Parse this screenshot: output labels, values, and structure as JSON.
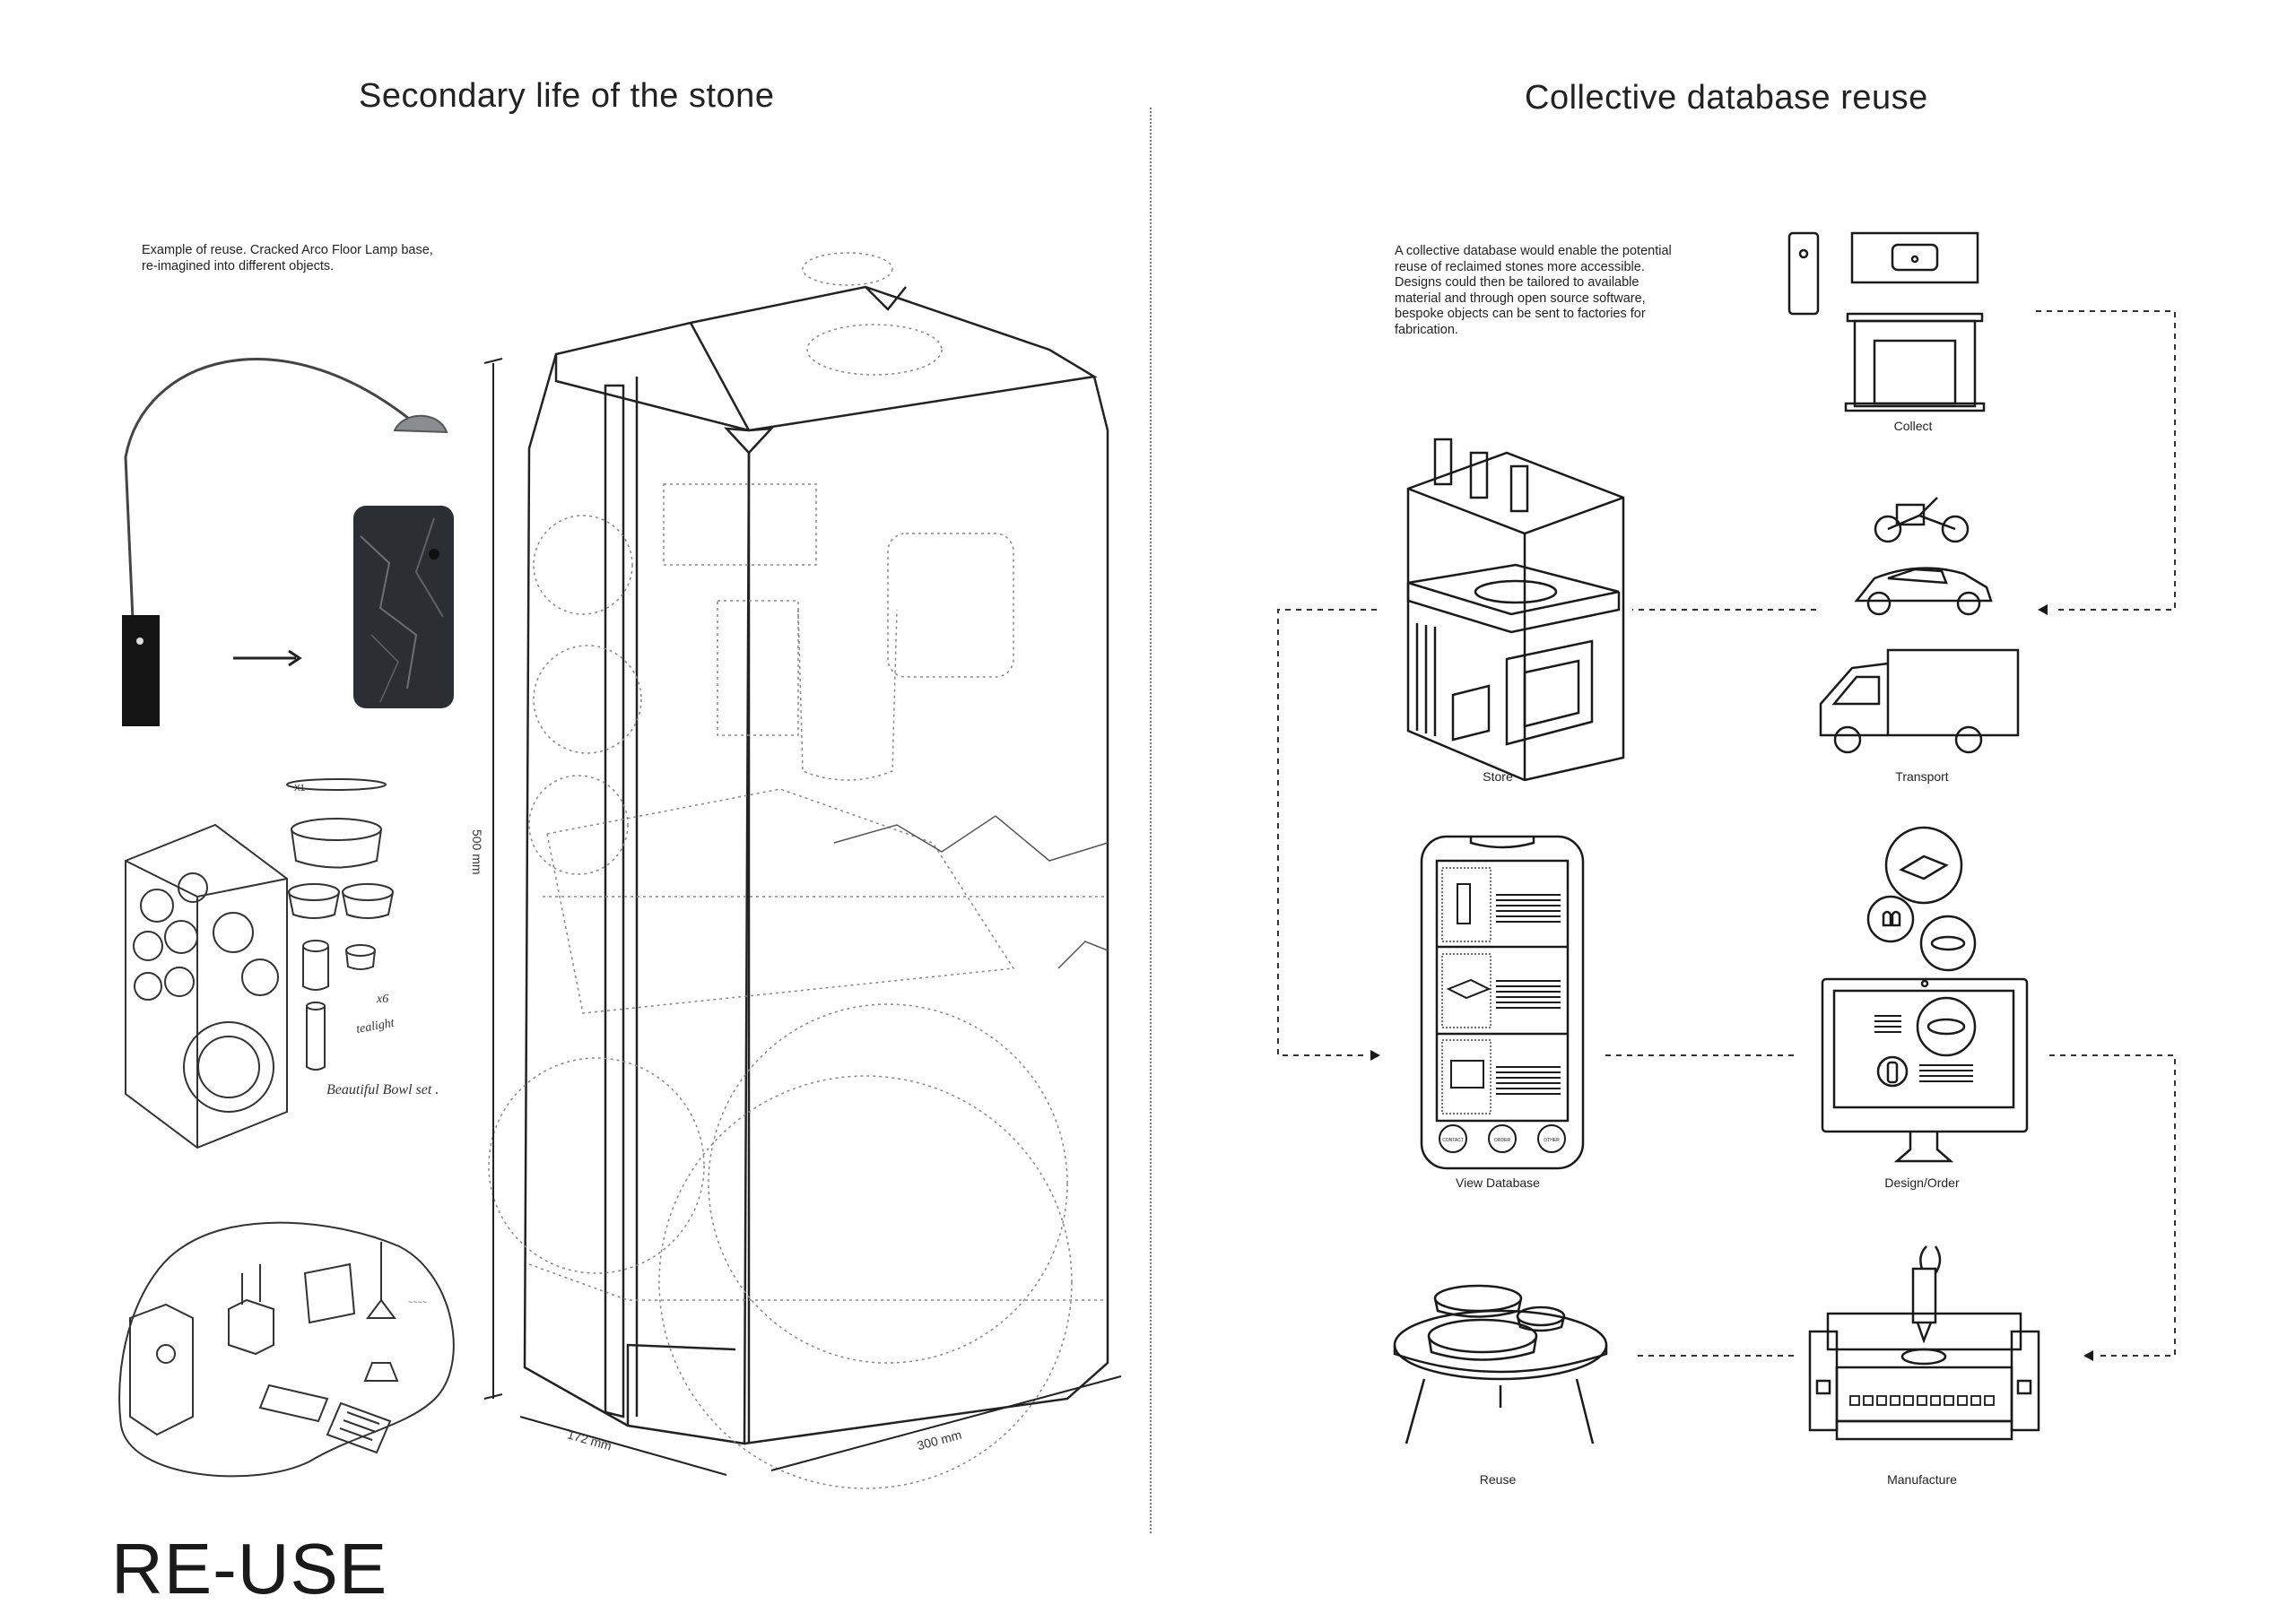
{
  "left_section": {
    "title": "Secondary life of the stone",
    "caption": "Example of reuse. Cracked Arco Floor Lamp base, re-imagined into different objects.",
    "sketch_notes": {
      "count_note": "x6",
      "tealight": "tealight",
      "beautiful_bowl": "Beautiful Bowl set .",
      "x1": "X1"
    },
    "dimensions": {
      "height": "500 mm",
      "depth": "172 mm",
      "width": "300 mm"
    }
  },
  "right_section": {
    "title": "Collective database reuse",
    "caption": "A collective database would enable the potential reuse of reclaimed stones more accessible. Designs could then be tailored to available material and through open source software, bespoke objects can be sent to factories for fabrication.",
    "stages": {
      "collect": "Collect",
      "store": "Store",
      "transport": "Transport",
      "view_database": "View Database",
      "design_order": "Design/Order",
      "reuse": "Reuse",
      "manufacture": "Manufacture"
    },
    "phone": {
      "buttons": [
        "CONTACT",
        "ORDER",
        "OTHER"
      ]
    }
  },
  "footer": {
    "title": "RE-USE"
  },
  "colors": {
    "ink": "#1a1a1a",
    "stone": "#2b2f33",
    "dashed_line": "#333333"
  }
}
